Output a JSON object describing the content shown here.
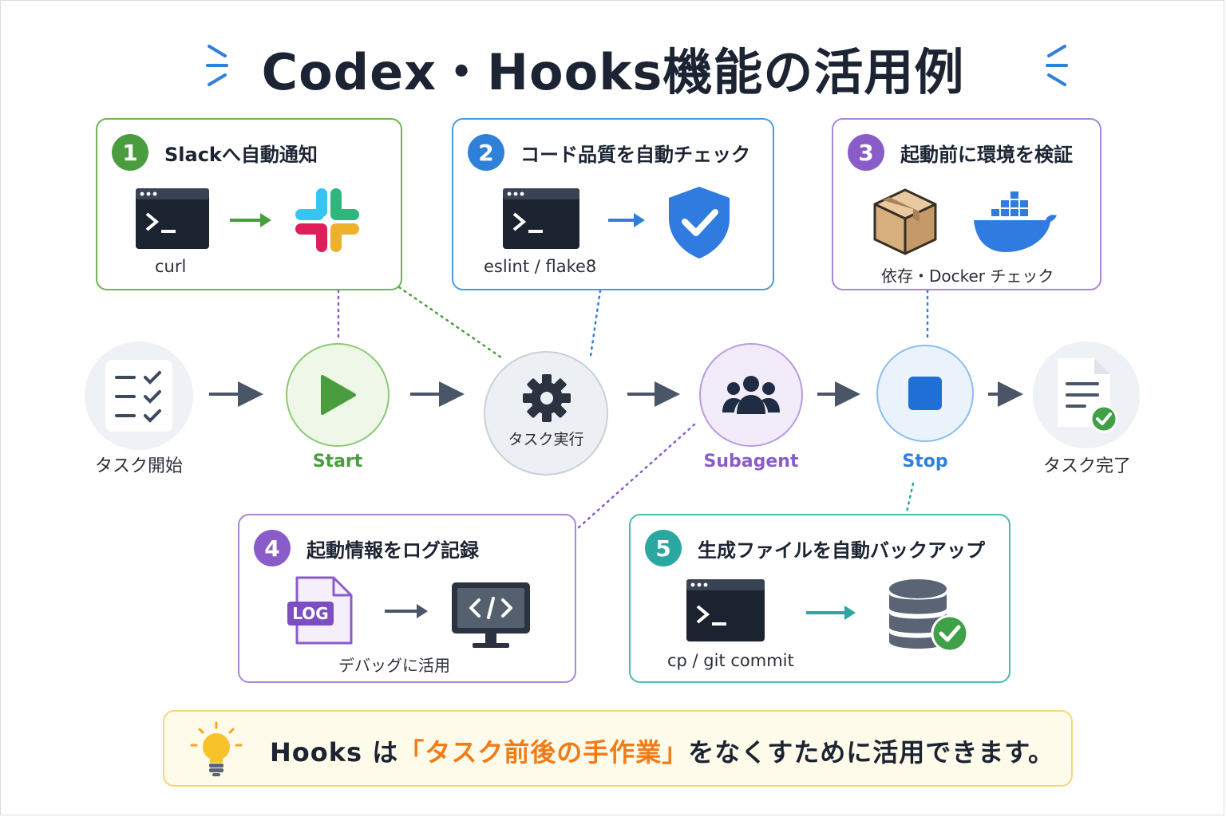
{
  "title": "Codex・Hooks機能の活用例",
  "colors": {
    "green": "#4a9d3f",
    "blue": "#2f80d9",
    "purple": "#8a5cc9",
    "teal": "#2aa7a0",
    "orange": "#f27b16"
  },
  "cards": {
    "c1": {
      "num": "1",
      "title": "Slackへ自動通知",
      "caption": "curl",
      "icons": [
        "terminal-icon",
        "arrow-right-icon",
        "slack-icon"
      ]
    },
    "c2": {
      "num": "2",
      "title": "コード品質を自動チェック",
      "caption": "eslint / flake8",
      "icons": [
        "terminal-icon",
        "arrow-right-icon",
        "shield-check-icon"
      ]
    },
    "c3": {
      "num": "3",
      "title": "起動前に環境を検証",
      "caption": "依存・Docker チェック",
      "icons": [
        "package-box-icon",
        "docker-whale-icon"
      ]
    },
    "c4": {
      "num": "4",
      "title": "起動情報をログ記録",
      "caption": "デバッグに活用",
      "log_label": "LOG",
      "icons": [
        "log-file-icon",
        "arrow-right-icon",
        "code-monitor-icon"
      ]
    },
    "c5": {
      "num": "5",
      "title": "生成ファイルを自動バックアップ",
      "caption": "cp / git commit",
      "icons": [
        "terminal-icon",
        "arrow-right-icon",
        "database-check-icon"
      ]
    }
  },
  "flow": {
    "task_start": "タスク開始",
    "start": "Start",
    "task_run": "タスク実行",
    "subagent": "Subagent",
    "stop": "Stop",
    "task_done": "タスク完了"
  },
  "tip": {
    "prefix": "Hooks は",
    "highlight": "「タスク前後の手作業」",
    "suffix": "をなくすために活用できます。",
    "icon": "lightbulb-icon"
  }
}
